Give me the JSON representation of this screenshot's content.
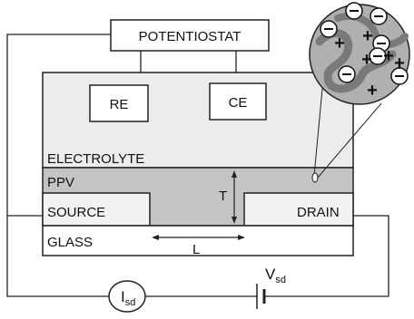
{
  "labels": {
    "potentiostat": "POTENTIOSTAT",
    "re": "RE",
    "ce": "CE",
    "electrolyte": "ELECTROLYTE",
    "ppv": "PPV",
    "source": "SOURCE",
    "drain": "DRAIN",
    "glass": "GLASS",
    "thickness": "T",
    "length": "L",
    "current_main": "I",
    "current_sub": "sd",
    "voltage_main": "V",
    "voltage_sub": "sd"
  },
  "inset": {
    "negative_symbol": "⊖",
    "positive_symbol": "+",
    "negative_count": 7,
    "positive_count": 6
  },
  "colors": {
    "electrolyte_fill": "#ececec",
    "ppv_fill": "#c4c4c4",
    "contact_fill": "#f2f2f2",
    "glass_fill": "#ffffff",
    "inset_fill": "#b0b0b0",
    "stroke": "#222222"
  }
}
